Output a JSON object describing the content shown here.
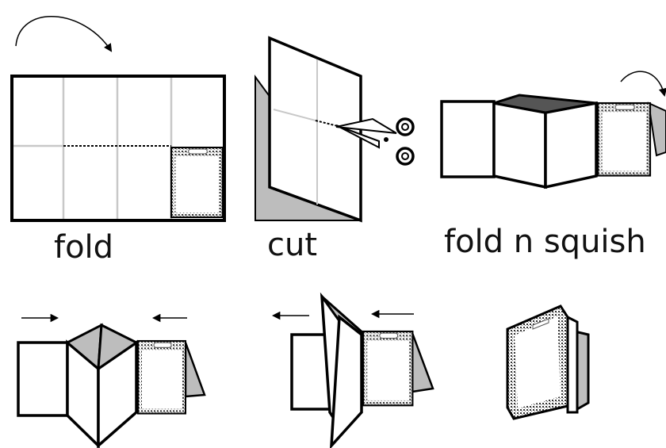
{
  "labels": {
    "fold": "fold",
    "cut": "cut",
    "fold_squish": "fold n squish"
  },
  "colors": {
    "stroke": "#000000",
    "paper": "#ffffff",
    "shade": "#bdbdbd",
    "dark_top": "#555555",
    "guide": "#c8c8c8"
  },
  "icons": [
    "curved-arrow-icon",
    "scissors-icon",
    "arrow-right-icon",
    "arrow-left-icon",
    "cover-card-icon"
  ]
}
